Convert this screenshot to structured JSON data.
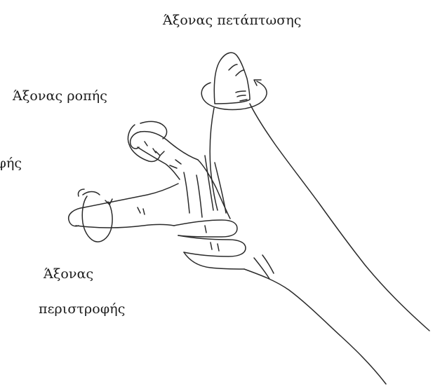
{
  "labels": {
    "pitch_axis": "Άξονας πετάπτωσης",
    "moment_axis": "Άξονας ροπής",
    "cut_axis_fragment": "οφής",
    "rotation_axis_line1": "Άξονας",
    "rotation_axis_line2": "περιστροφής"
  },
  "colors": {
    "background": "#ffffff",
    "ink": "#2a2a2a",
    "text": "#1a1a1a"
  }
}
